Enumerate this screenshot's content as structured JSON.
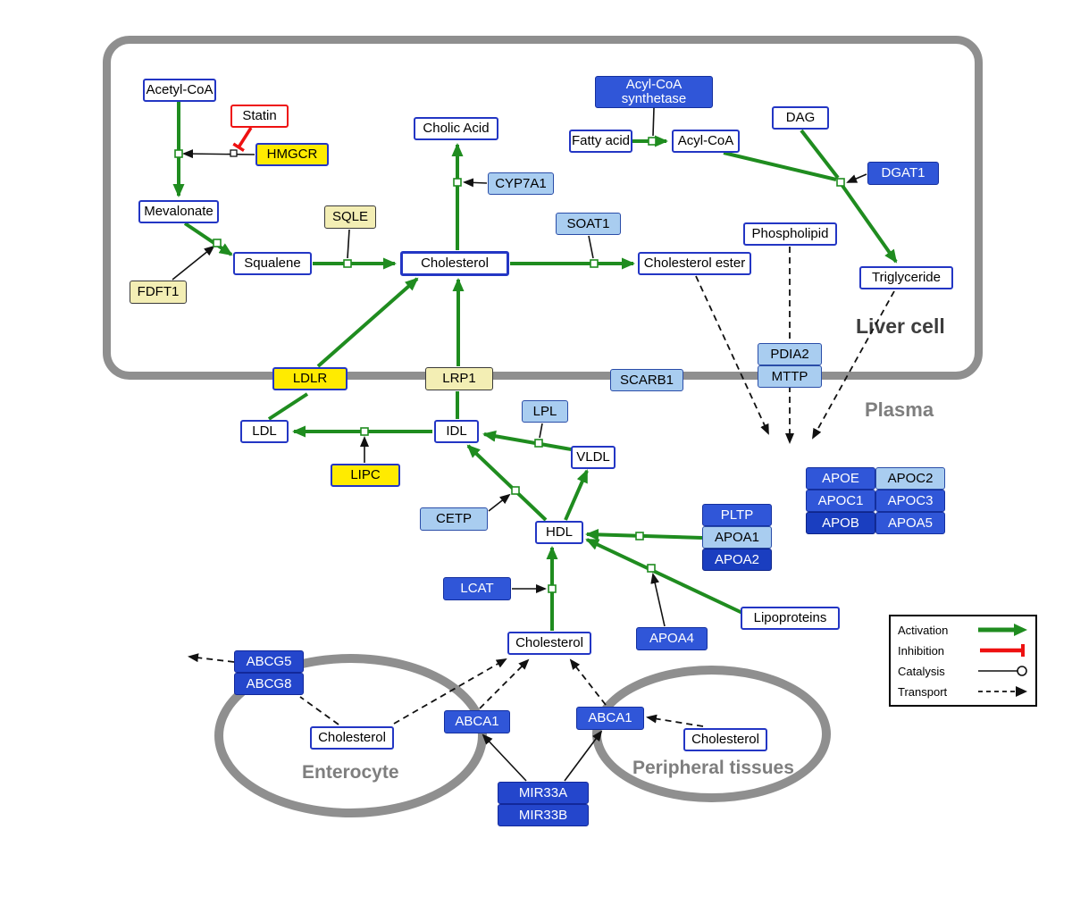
{
  "pathway": {
    "compartments": {
      "liver": "Liver cell",
      "plasma": "Plasma",
      "enterocyte": "Enterocyte",
      "peripheral": "Peripheral tissues"
    },
    "nodes": {
      "acetyl_coa": "Acetyl-CoA",
      "statin": "Statin",
      "hmgcr": "HMGCR",
      "mevalonate": "Mevalonate",
      "fdft1": "FDFT1",
      "sqle": "SQLE",
      "squalene": "Squalene",
      "cholesterol_liver": "Cholesterol",
      "cholic_acid": "Cholic Acid",
      "cyp7a1": "CYP7A1",
      "soat1": "SOAT1",
      "cholesterol_ester": "Cholesterol ester",
      "acyl_coa_synthetase": "Acyl-CoA synthetase",
      "fatty_acid": "Fatty acid",
      "acyl_coa": "Acyl-CoA",
      "dag": "DAG",
      "dgat1": "DGAT1",
      "phospholipid": "Phospholipid",
      "triglyceride": "Triglyceride",
      "ldlr": "LDLR",
      "lrp1": "LRP1",
      "scarb1": "SCARB1",
      "pdia2": "PDIA2",
      "mttp": "MTTP",
      "ldl": "LDL",
      "idl": "IDL",
      "lpl": "LPL",
      "vldl": "VLDL",
      "lipc": "LIPC",
      "cetp": "CETP",
      "hdl": "HDL",
      "pltp": "PLTP",
      "apoa1": "APOA1",
      "apoa2": "APOA2",
      "lcat": "LCAT",
      "apoa4": "APOA4",
      "lipoproteins": "Lipoproteins",
      "apoe": "APOE",
      "apoc2": "APOC2",
      "apoc1": "APOC1",
      "apoc3": "APOC3",
      "apob": "APOB",
      "apoa5": "APOA5",
      "cholesterol_plasma": "Cholesterol",
      "abcg5": "ABCG5",
      "abcg8": "ABCG8",
      "cholesterol_enterocyte": "Cholesterol",
      "abca1_center": "ABCA1",
      "abca1_right": "ABCA1",
      "cholesterol_peripheral": "Cholesterol",
      "mir33a": "MIR33A",
      "mir33b": "MIR33B"
    },
    "legend": {
      "activation": "Activation",
      "inhibition": "Inhibition",
      "catalysis": "Catalysis",
      "transport": "Transport"
    },
    "colors": {
      "activation_green": "#1f8c1f",
      "inhibition_red": "#ee1111",
      "gene_blue": "#3056d8",
      "gene_blue_med": "#2446cc",
      "gene_blue_dark": "#1a3ec0",
      "gene_blue_light": "#a9cdf0",
      "yellow": "#ffeb00",
      "pale_yellow": "#f3eeb4",
      "metabolite_border": "#2336c4",
      "membrane_gray": "#8f8f8f"
    }
  }
}
